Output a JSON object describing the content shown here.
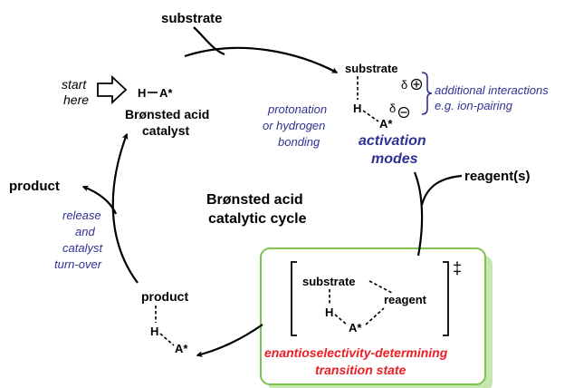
{
  "labels": {
    "substrate_top": "substrate",
    "start_here_1": "start",
    "start_here_2": "here",
    "catalyst_HA": "H",
    "catalyst_A": "A*",
    "catalyst_name_1": "Brønsted acid",
    "catalyst_name_2": "catalyst",
    "am_substrate": "substrate",
    "am_H": "H",
    "am_A": "A*",
    "delta_plus": "δ",
    "delta_minus": "δ",
    "additional_1": "additional interactions",
    "additional_2": "e.g. ion-pairing",
    "protonation_1": "protonation",
    "protonation_2": "or hydrogen",
    "protonation_3": "bonding",
    "activation_1": "activation",
    "activation_2": "modes",
    "reagents": "reagent(s)",
    "product_left": "product",
    "release_1": "release",
    "release_2": "and",
    "release_3": "catalyst",
    "release_4": "turn-over",
    "cycle_1": "Brønsted acid",
    "cycle_2": "catalytic cycle",
    "ts_substrate": "substrate",
    "ts_reagent": "reagent",
    "ts_H": "H",
    "ts_A": "A*",
    "ts_dagger": "‡",
    "ts_title_1": "enantioselectivity-determining",
    "ts_title_2": "transition state",
    "product_bottom": "product",
    "pb_H": "H",
    "pb_A": "A*"
  },
  "colors": {
    "black": "#000000",
    "blue": "#2e3192",
    "red": "#ed1c24",
    "green_border": "#7dc24b",
    "green_shadow": "#c8e6b0"
  }
}
